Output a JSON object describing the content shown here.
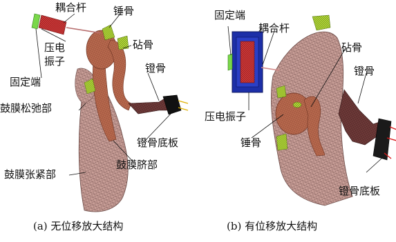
{
  "panel_a": {
    "caption": "(a) 无位移放大结构",
    "labels": {
      "coupling_rod": "耦合杆",
      "malleus": "锤骨",
      "piezo": "压电",
      "piezo2": "振子",
      "incus": "砧骨",
      "fixed_end": "固定端",
      "stapes": "镫骨",
      "pars_flaccida": "鼓膜松弛部",
      "footplate": "镫骨底板",
      "pars_tensa": "鼓膜张紧部",
      "umbo": "鼓膜脐部"
    }
  },
  "panel_b": {
    "caption": "(b) 有位移放大结构",
    "labels": {
      "fixed_end": "固定端",
      "coupling_rod": "耦合杆",
      "incus": "砧骨",
      "stapes": "镫骨",
      "piezo": "压电振子",
      "malleus": "锤骨",
      "footplate": "镫骨底板"
    }
  },
  "colors": {
    "membrane": "#c9a29a",
    "ossicle": "#b96a4f",
    "green_part": "#b7dc3a",
    "piezo_red": "#d23a3a",
    "frame_blue": "#1d2fa8",
    "stapes_dark": "#6e3a3a"
  }
}
